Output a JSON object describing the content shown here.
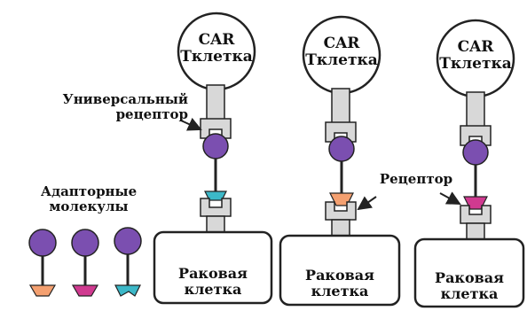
{
  "car_cells": [
    {
      "line1": "CAR",
      "line2": "Тклетка"
    },
    {
      "line1": "CAR",
      "line2": "Тклетка"
    },
    {
      "line1": "CAR",
      "line2": "Тклетка"
    }
  ],
  "cancer_cells": [
    {
      "line1": "Раковая",
      "line2": "клетка"
    },
    {
      "line1": "Раковая",
      "line2": "клетка"
    },
    {
      "line1": "Раковая",
      "line2": "клетка"
    }
  ],
  "labels": {
    "universal_receptor_line1": "Универсальный",
    "universal_receptor_line2": "рецептор",
    "adapter_line1": "Адапторные",
    "adapter_line2": "молекулы",
    "receptor": "Рецептор"
  },
  "colors": {
    "adapter_head": "#7b4fb0",
    "tag_cyan": "#3cb8c8",
    "tag_orange": "#f4a070",
    "tag_magenta": "#d03a90",
    "receptor_grey": "#d8d8d8",
    "outline": "#222222"
  }
}
